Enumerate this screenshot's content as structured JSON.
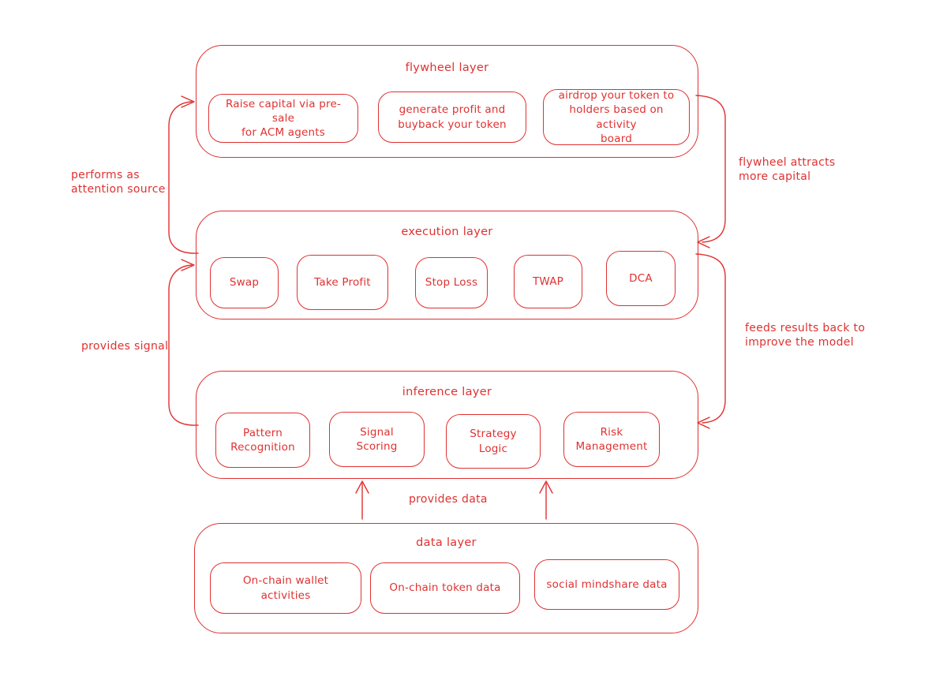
{
  "diagram": {
    "accent_color": "#e03131",
    "background_color": "#ffffff",
    "layers": [
      {
        "title": "flywheel layer",
        "items": [
          "Raise capital via pre-sale\nfor ACM agents",
          "generate profit and\nbuyback your token",
          "airdrop your token to\nholders based on activity\nboard"
        ]
      },
      {
        "title": "execution layer",
        "items": [
          "Swap",
          "Take Profit",
          "Stop Loss",
          "TWAP",
          "DCA"
        ]
      },
      {
        "title": "inference layer",
        "items": [
          "Pattern\nRecognition",
          "Signal\nScoring",
          "Strategy\nLogic",
          "Risk\nManagement"
        ]
      },
      {
        "title": "data layer",
        "items": [
          "On-chain wallet activities",
          "On-chain token data",
          "social mindshare data"
        ]
      }
    ],
    "edge_labels": {
      "left_top": "performs as\nattention source",
      "left_bottom": "provides signal",
      "right_top": "flywheel attracts\nmore capital",
      "right_bottom": "feeds results back to\nimprove the model",
      "middle": "provides data"
    }
  }
}
